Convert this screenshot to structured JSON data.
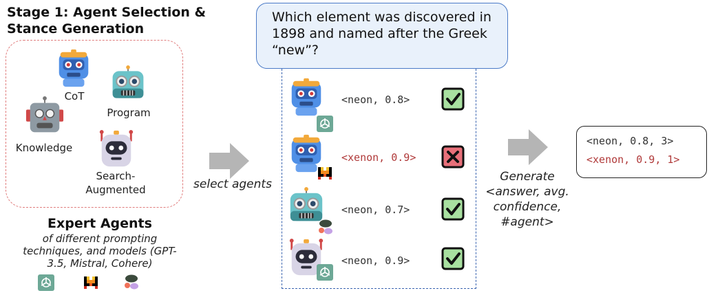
{
  "stage1": {
    "title": "Stage 1: Agent Selection & Stance Generation"
  },
  "agents": {
    "cot": "CoT",
    "program": "Program",
    "knowledge": "Knowledge",
    "search": "Search-\nAugmented"
  },
  "expert": {
    "title": "Expert Agents",
    "subtitle": "of different prompting techniques, and models (GPT-3.5, Mistral, Cohere)"
  },
  "select_label": "select agents",
  "question": "Which element was discovered in 1898 and named after the Greek “new”?",
  "answers": [
    {
      "text": "<neon, 0.8>",
      "correct": true,
      "color": "#333333"
    },
    {
      "text": "<xenon, 0.9>",
      "correct": false,
      "color": "#b03a3a"
    },
    {
      "text": "<neon, 0.7>",
      "correct": true,
      "color": "#333333"
    },
    {
      "text": "<neon, 0.9>",
      "correct": true,
      "color": "#333333"
    }
  ],
  "generate_label": "Generate <answer, avg. confidence, #agent>",
  "results": [
    {
      "text": "<neon, 0.8, 3>",
      "color": "#333333"
    },
    {
      "text": "<xenon, 0.9, 1>",
      "color": "#b03a3a"
    }
  ],
  "icons": {
    "robot_blue": "robot-blue-icon",
    "robot_teal": "robot-teal-icon",
    "robot_gray": "robot-gray-icon",
    "robot_white": "robot-white-icon",
    "gpt_logo": "openai-logo-icon",
    "mistral_logo": "mistral-logo-icon",
    "cohere_logo": "cohere-logo-icon",
    "check": "check-box-icon",
    "cross": "cross-box-icon",
    "arrow": "right-arrow-icon"
  },
  "colors": {
    "pool_border": "#e07b7b",
    "question_fill": "#e9f1fb",
    "question_border": "#4a7ac7",
    "debate_border": "#3a64b0",
    "check_fill": "#a8e0a0",
    "cross_fill": "#e8707a",
    "arrow": "#b5b5b5",
    "wrong_text": "#b03a3a"
  }
}
